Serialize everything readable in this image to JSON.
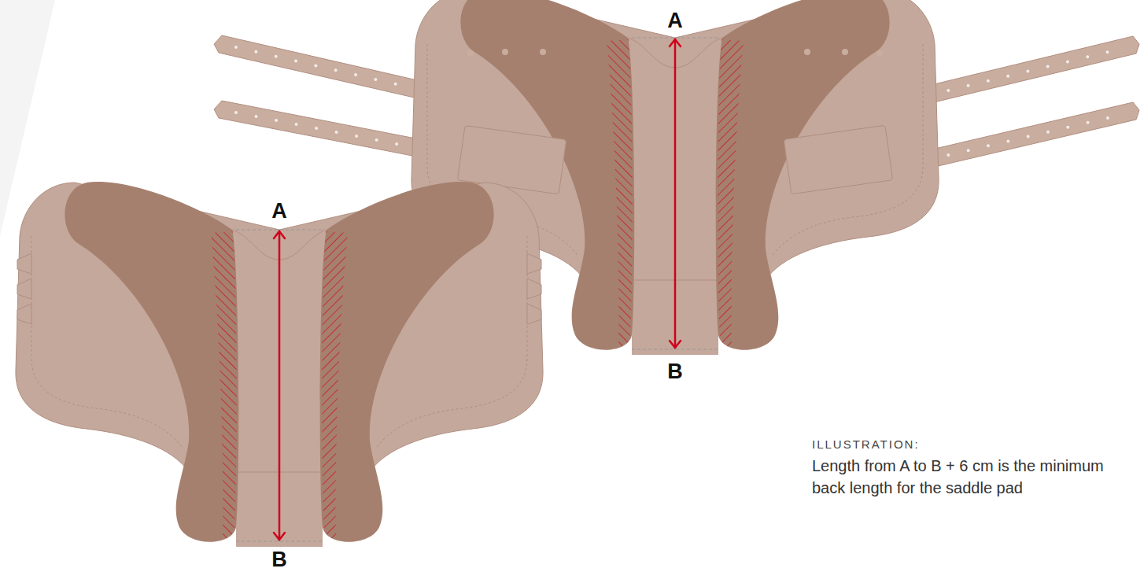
{
  "diagram": {
    "labels": [
      "A",
      "B",
      "A",
      "B",
      "ILLUSTRATION:",
      "Length from A to B + 6 cm is the minimum back length for the saddle pad"
    ]
  }
}
